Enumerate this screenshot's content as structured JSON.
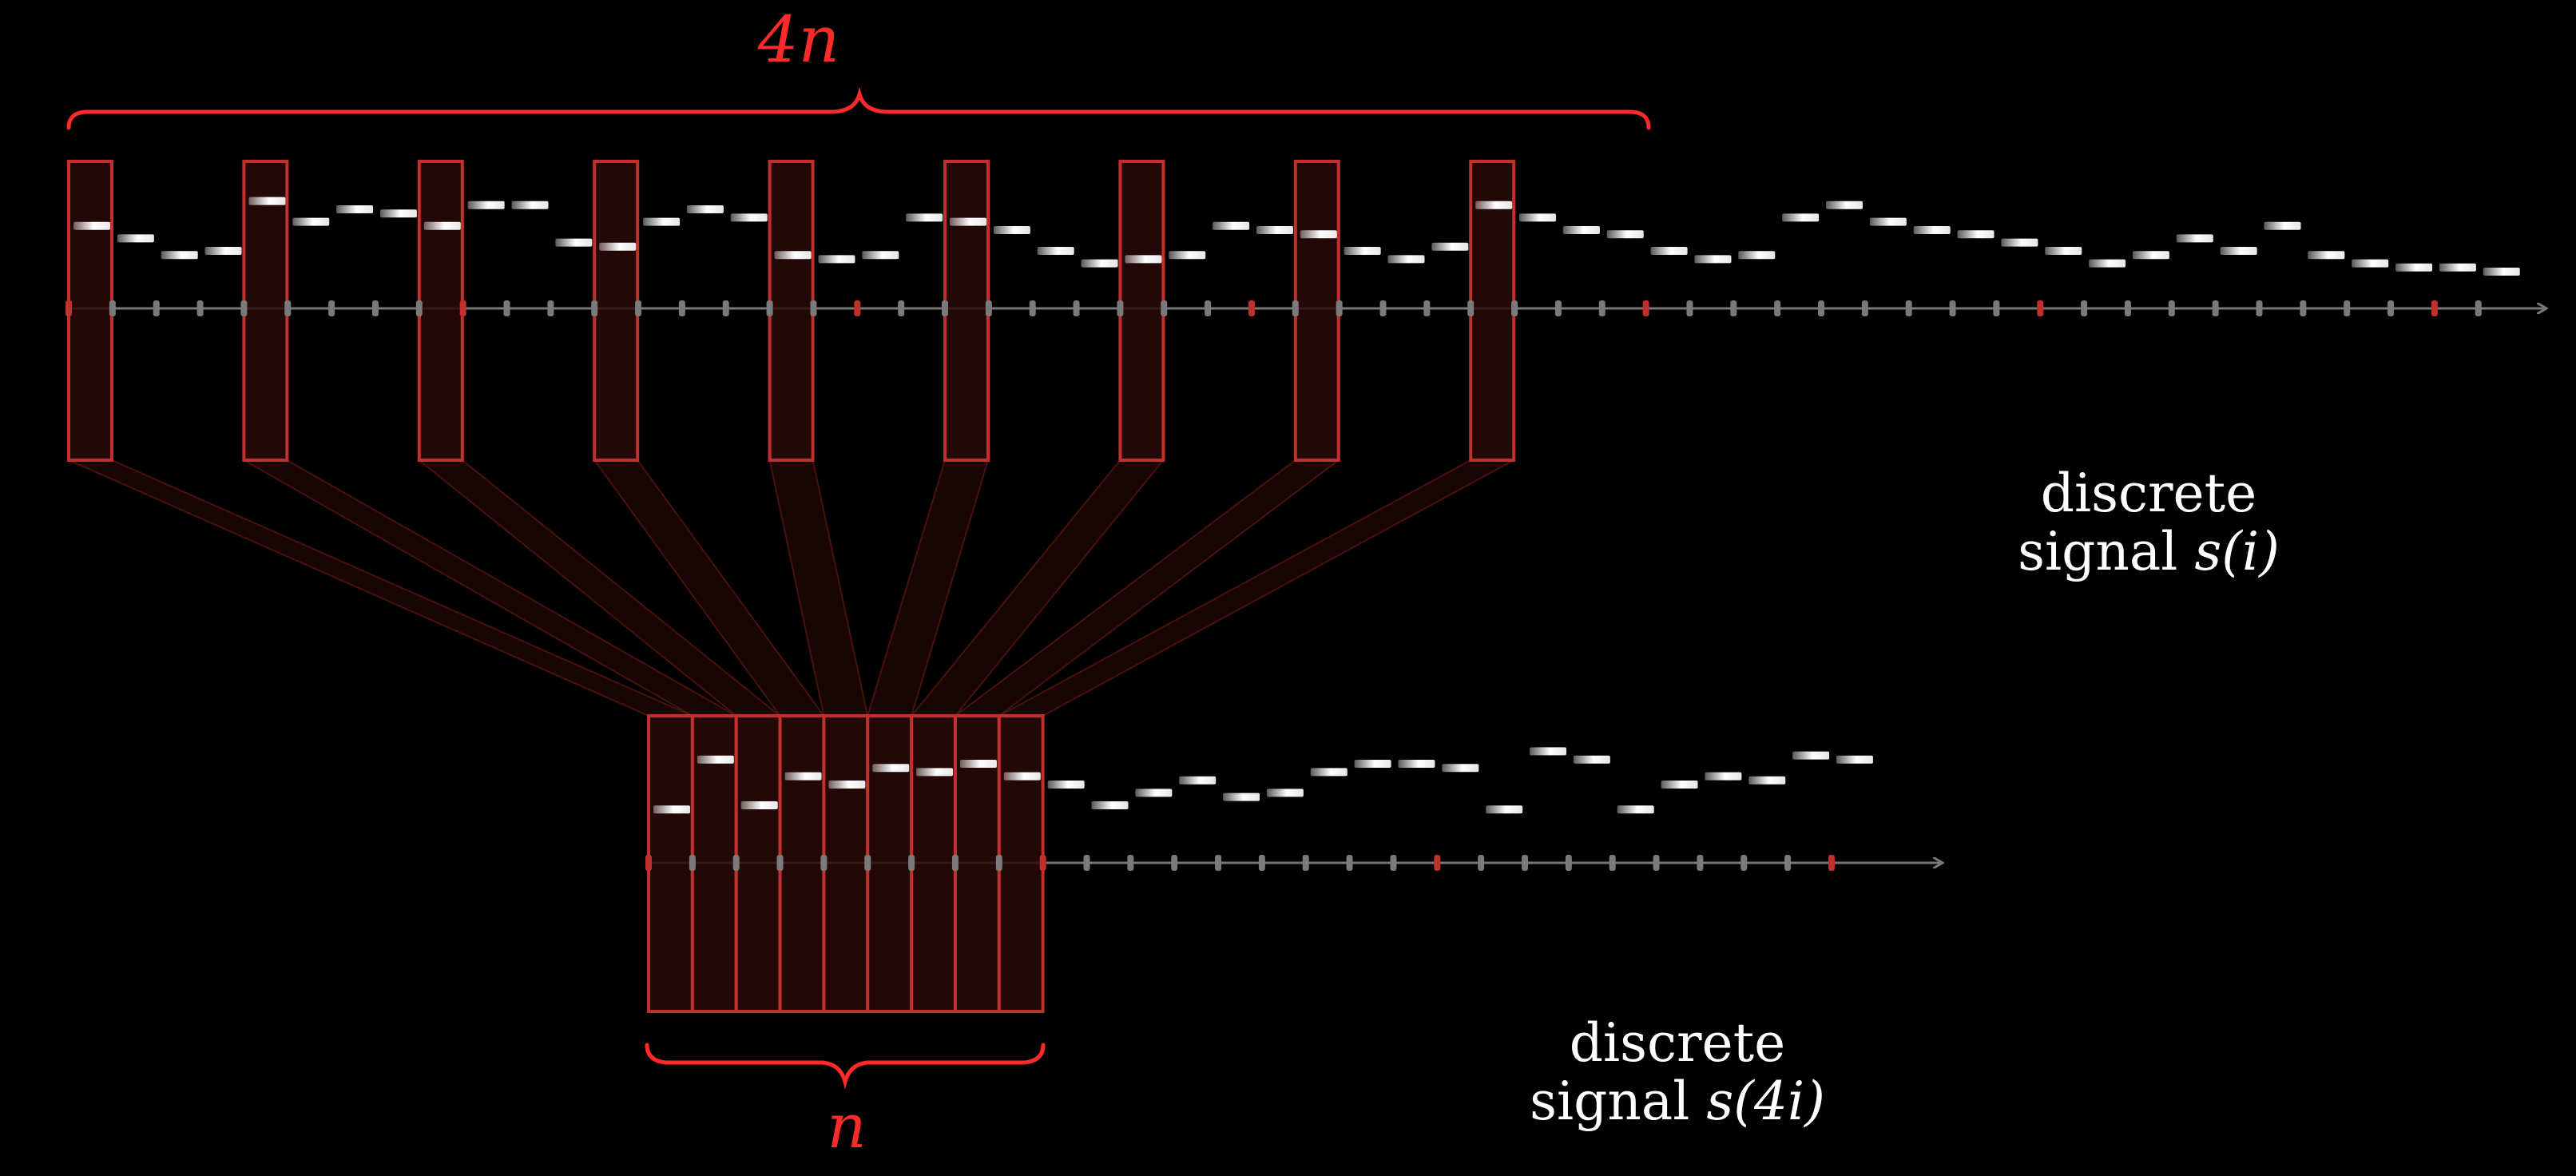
{
  "labels": {
    "top_brace": "4n",
    "bottom_brace": "n",
    "top_signal_line1": "discrete",
    "top_signal_line2_word": "signal",
    "top_signal_line2_math": "s(i)",
    "bottom_signal_line1": "discrete",
    "bottom_signal_line2_word": "signal",
    "bottom_signal_line2_math": "s(4i)"
  },
  "colors": {
    "background": "#000000",
    "accent_red": "#ff2a2a",
    "window_fill": "#2a0808",
    "window_stroke": "#c0302c",
    "axis": "#777777",
    "tick": "#7a7a7a",
    "sample": "#ffffff"
  },
  "top_signal": {
    "sample_count": 56,
    "values": [
      0.9,
      1.2,
      1.6,
      1.5,
      0.3,
      0.8,
      0.5,
      0.6,
      0.9,
      0.4,
      0.4,
      1.3,
      1.4,
      0.8,
      0.5,
      0.7,
      1.6,
      1.7,
      1.6,
      0.7,
      0.8,
      1.0,
      1.5,
      1.8,
      1.7,
      1.6,
      0.9,
      1.0,
      1.1,
      1.5,
      1.7,
      1.4,
      0.4,
      0.7,
      1.0,
      1.1,
      1.5,
      1.7,
      1.6,
      0.7,
      0.4,
      0.8,
      1.0,
      1.1,
      1.3,
      1.5,
      1.8,
      1.6,
      1.2,
      1.5,
      0.9,
      1.6,
      1.8,
      1.9,
      1.9,
      2.0
    ]
  },
  "bottom_signal": {
    "sample_count": 28,
    "values": [
      1.6,
      0.4,
      1.5,
      0.8,
      1.0,
      0.6,
      0.7,
      0.5,
      0.8,
      1.0,
      1.5,
      1.2,
      0.9,
      1.3,
      1.2,
      0.7,
      0.5,
      0.5,
      0.6,
      1.6,
      0.2,
      0.4,
      1.6,
      1.0,
      0.8,
      0.9,
      0.3,
      0.4
    ]
  },
  "top_windows": {
    "count": 9,
    "samples_per_step": 4
  },
  "bottom_windows": {
    "count": 9
  }
}
